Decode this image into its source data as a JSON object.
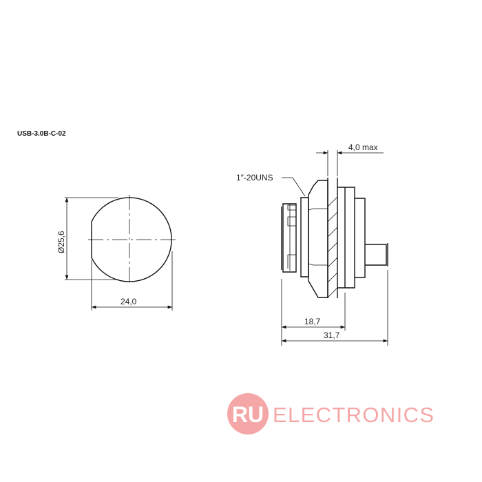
{
  "title": "USB-3.0B-C-02",
  "front_view": {
    "diameter_label": "Ø25,6",
    "width_label": "24,0"
  },
  "side_view": {
    "thread_label": "1″-20UNS",
    "panel_label": "4,0 max",
    "depth_label": "18,7",
    "total_label": "31,7"
  },
  "logo": {
    "mark": "RU",
    "text": "ELECTRONICS",
    "color": "#f5a3a3"
  }
}
